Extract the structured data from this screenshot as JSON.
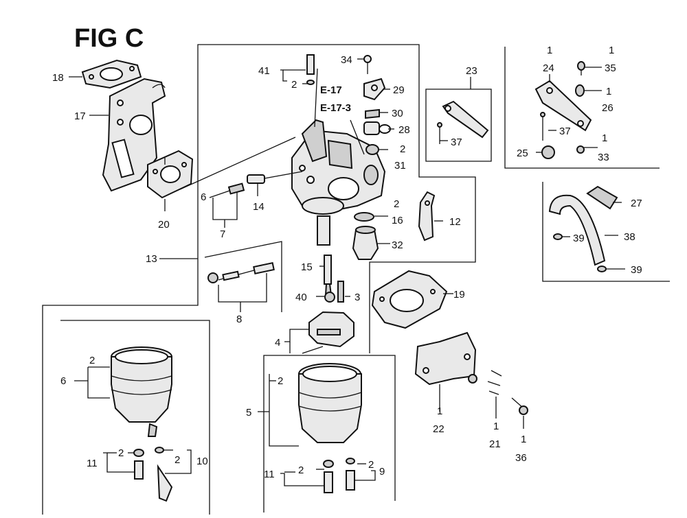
{
  "figure": {
    "title": "FIG C"
  },
  "refs": {
    "ref1": "E-17",
    "ref2": "E-17-3"
  },
  "labels": {
    "n1": "1",
    "n2": "2",
    "n3": "3",
    "n4": "4",
    "n5": "5",
    "n6": "6",
    "n7": "7",
    "n8": "8",
    "n9": "9",
    "n10": "10",
    "n11": "11",
    "n12": "12",
    "n13": "13",
    "n14": "14",
    "n15": "15",
    "n16": "16",
    "n17": "17",
    "n18": "18",
    "n19": "19",
    "n20": "20",
    "n21": "21",
    "n22": "22",
    "n23": "23",
    "n24": "24",
    "n25": "25",
    "n26": "26",
    "n27": "27",
    "n28": "28",
    "n29": "29",
    "n30": "30",
    "n31": "31",
    "n32": "32",
    "n33": "33",
    "n34": "34",
    "n35": "35",
    "n36": "36",
    "n37": "37",
    "n38": "38",
    "n39": "39",
    "n40": "40",
    "n41": "41"
  }
}
